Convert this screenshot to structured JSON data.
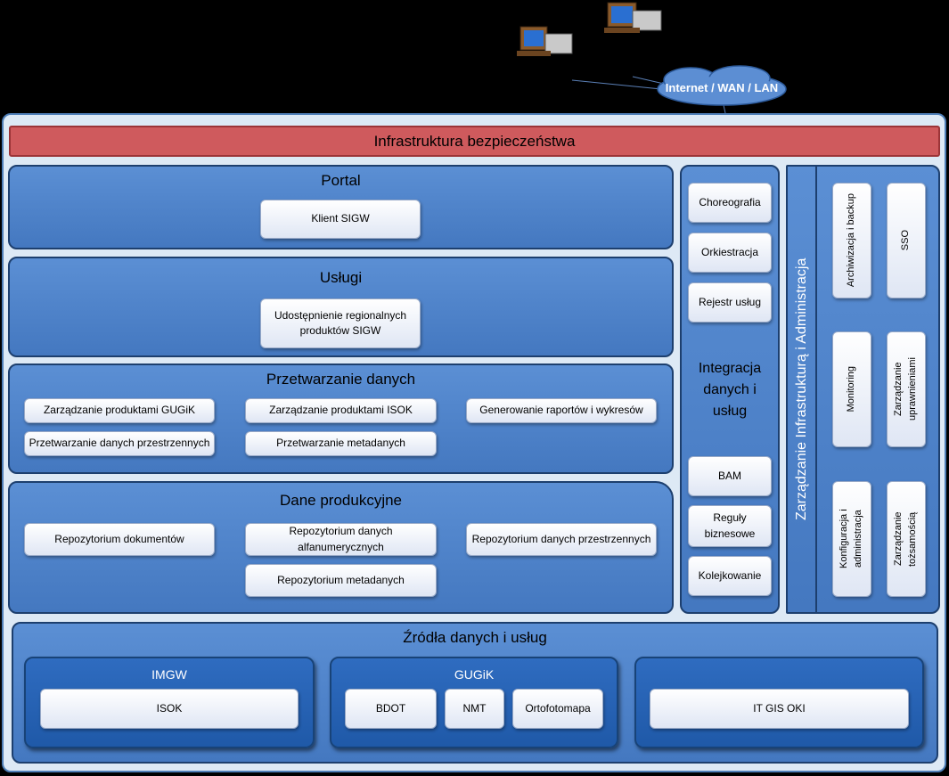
{
  "network": {
    "label": "Internet / WAN / LAN"
  },
  "security": {
    "label": "Infrastruktura bezpieczeństwa"
  },
  "portal": {
    "title": "Portal",
    "items": [
      "Klient SIGW"
    ]
  },
  "uslugi": {
    "title": "Usługi",
    "items": [
      "Udostępnienie regionalnych produktów SIGW"
    ]
  },
  "przetwarzanie": {
    "title": "Przetwarzanie danych",
    "items": [
      "Zarządzanie produktami GUGiK",
      "Zarządzanie produktami ISOK",
      "Generowanie raportów i wykresów",
      "Przetwarzanie danych przestrzennych",
      "Przetwarzanie metadanych"
    ]
  },
  "dane": {
    "title": "Dane produkcyjne",
    "items": [
      "Repozytorium dokumentów",
      "Repozytorium danych alfanumerycznych",
      "Repozytorium danych przestrzennych",
      "Repozytorium metadanych"
    ]
  },
  "integracja": {
    "title": "Integracja danych i usług",
    "top_items": [
      "Choreografia",
      "Orkiestracja",
      "Rejestr usług"
    ],
    "bottom_items": [
      "BAM",
      "Reguły biznesowe",
      "Kolejkowanie"
    ]
  },
  "zarzadzanie": {
    "title": "Zarządzanie Infrastrukturą i Administracja",
    "items": [
      "Archiwizacja i backup",
      "SSO",
      "Monitoring",
      "Zarządzanie uprawnieniami",
      "Konfiguracja i administracja",
      "Zarządzanie tożsamością"
    ]
  },
  "zrodla": {
    "title": "Źródła danych i usług",
    "groups": [
      {
        "title": "IMGW",
        "items": [
          "ISOK"
        ]
      },
      {
        "title": "GUGiK",
        "items": [
          "BDOT",
          "NMT",
          "Ortofotomapa"
        ]
      },
      {
        "title": "",
        "items": [
          "IT GIS OKI"
        ]
      }
    ]
  }
}
